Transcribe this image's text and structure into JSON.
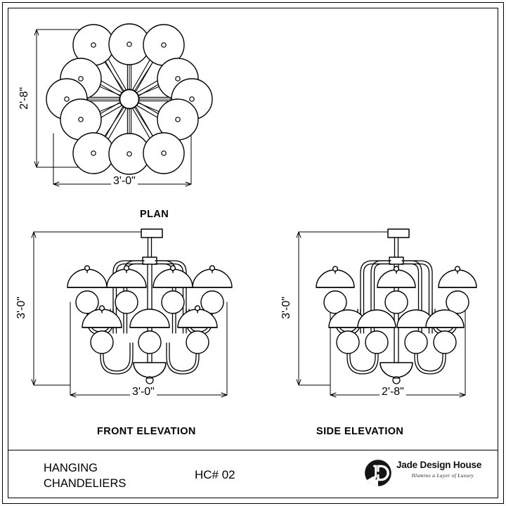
{
  "sheet": {
    "views": [
      {
        "id": "plan",
        "label": "PLAN"
      },
      {
        "id": "front",
        "label": "FRONT ELEVATION"
      },
      {
        "id": "side",
        "label": "SIDE ELEVATION"
      }
    ],
    "dimensions": {
      "plan_width": "3'-0\"",
      "plan_depth": "2'-8\"",
      "front_height": "3'-0\"",
      "front_width": "3'-0\"",
      "side_height": "3'-0\"",
      "side_width": "2'-8\""
    }
  },
  "title_block": {
    "product_line_1": "HANGING",
    "product_line_2": "CHANDELIERS",
    "code": "HC# 02",
    "logo": {
      "monogram": "JD",
      "company": "Jade Design House",
      "tagline": "Illumine a Layer of Luxury"
    }
  },
  "colors": {
    "line": "#000000",
    "background": "#ffffff"
  }
}
